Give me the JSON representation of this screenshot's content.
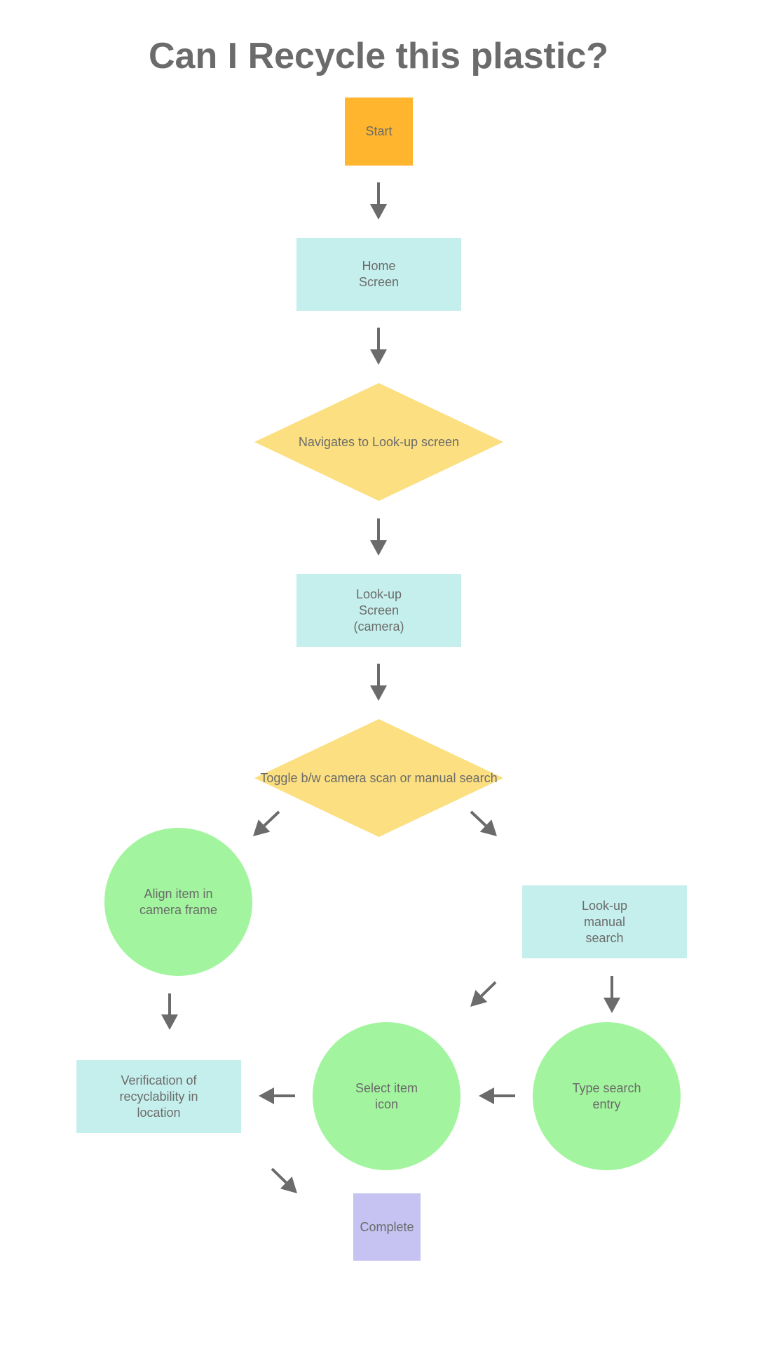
{
  "title": "Can I Recycle this plastic?",
  "colors": {
    "start": "#ffb52e",
    "process": "#c5efec",
    "decision": "#fbdf80",
    "action": "#a2f59e",
    "complete": "#c6c3f2",
    "arrow": "#6b6b6b",
    "text": "#6b6b6b"
  },
  "nodes": {
    "start": "Start",
    "home": "Home\nScreen",
    "navigate": "Navigates to Look-up screen",
    "lookup_camera": "Look-up\nScreen\n(camera)",
    "toggle": "Toggle b/w camera scan or manual search",
    "align": "Align item in\ncamera frame",
    "lookup_manual": "Look-up\nmanual\nsearch",
    "verification": "Verification of\nrecyclability in\nlocation",
    "select": "Select item\nicon",
    "type_search": "Type search\nentry",
    "complete": "Complete"
  }
}
